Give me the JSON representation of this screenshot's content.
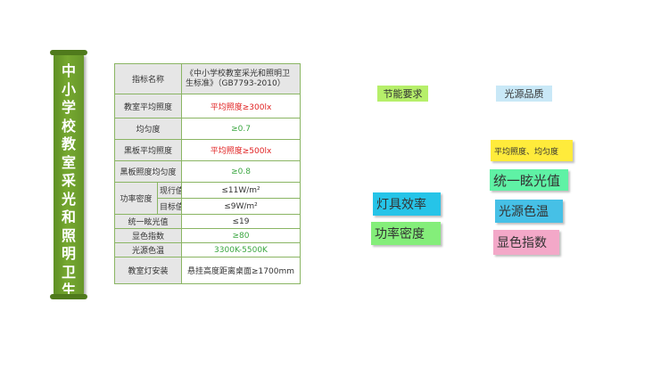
{
  "banner": {
    "title": "中小学校教室采光和照明卫生标准"
  },
  "table": {
    "header": {
      "col1": "指标名称",
      "col2": "《中小学校教室采光和照明卫生标准》（GB7793-2010）"
    },
    "rows": [
      {
        "label": "教室平均照度",
        "value": "平均照度≥300lx"
      },
      {
        "label": "均匀度",
        "value": "≥0.7"
      },
      {
        "label": "黑板平均照度",
        "value": "平均照度≥500lx"
      },
      {
        "label": "黑板照度均匀度",
        "value": "≥0.8"
      },
      {
        "label": "功率密度",
        "sub1": "现行值",
        "value1": "≤11W/m²",
        "sub2": "目标值",
        "value2": "≤9W/m²"
      },
      {
        "label": "统一眩光值",
        "value": "≤19"
      },
      {
        "label": "显色指数",
        "value": "≥80"
      },
      {
        "label": "光源色温",
        "value": "3300K-5500K"
      },
      {
        "label": "教室灯安装",
        "value": "悬挂高度距离桌面≥1700mm"
      }
    ]
  },
  "tags": {
    "energy": "节能要求",
    "quality": "光源品质",
    "avg_uniform": "平均照度、均匀度",
    "ugr": "统一眩光值",
    "efficiency": "灯具效率",
    "color_temp": "光源色温",
    "power_density": "功率密度",
    "cri": "显色指数"
  },
  "colors": {
    "banner": "#6f9e2b",
    "table_border": "#8ab563",
    "red_value": "#e02020",
    "green_value": "#3aa640"
  }
}
